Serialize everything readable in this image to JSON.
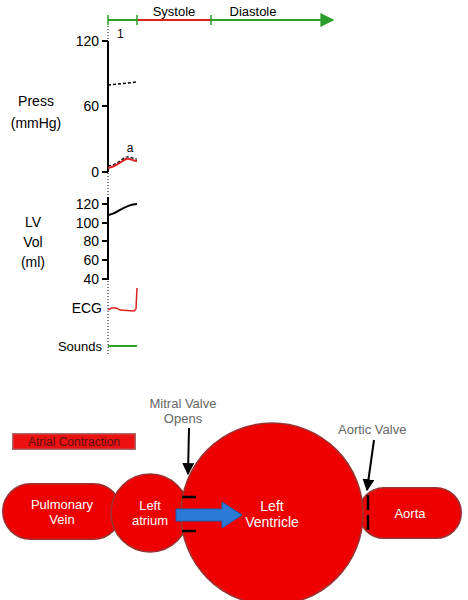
{
  "diagram": {
    "nodes": [
      {
        "text": [
          "Atrial Contraction"
        ]
      },
      {
        "text": [
          "Pulmonary Vein"
        ]
      },
      {
        "text": [
          "Left atrium"
        ]
      },
      {
        "text": [
          "Left Ventricle"
        ]
      },
      {
        "text": [
          "Aorta"
        ]
      }
    ],
    "edges": [
      {
        "from": 2,
        "to": 3,
        "arrow": "to"
      }
    ],
    "labels": [
      "Systole",
      "Diastole",
      "1",
      "120",
      "60",
      "0",
      "Press (mmHg)",
      "a",
      "120",
      "100",
      "80",
      "60",
      "40",
      "LV Vol (ml)",
      "ECG",
      "Sounds",
      "Mitral Valve Opens",
      "Aortic Valve"
    ]
  }
}
